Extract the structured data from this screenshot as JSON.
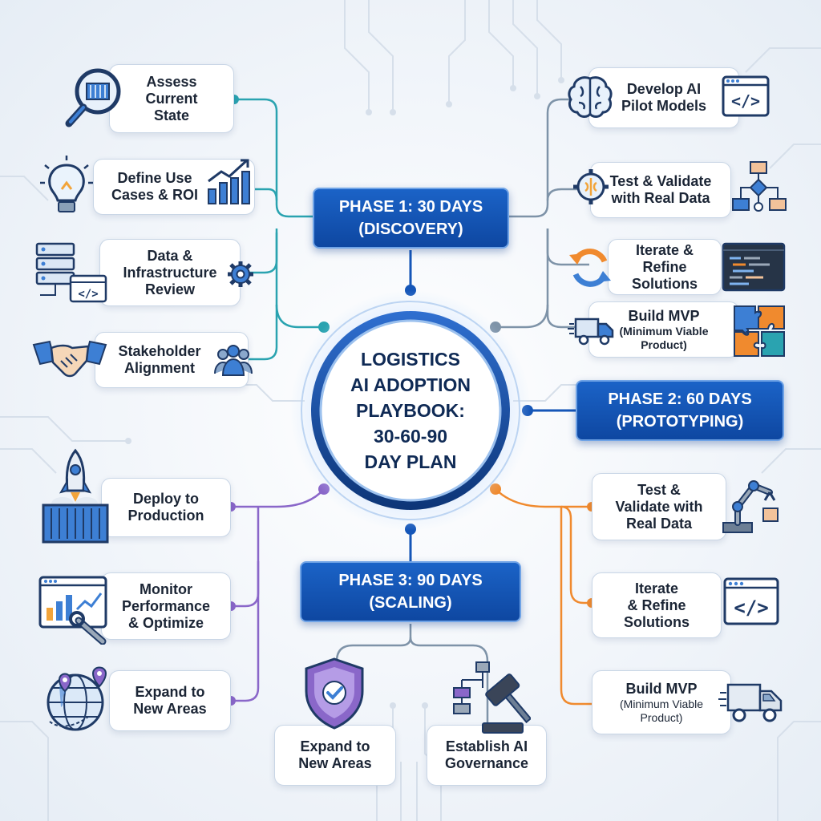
{
  "hub": {
    "title": "LOGISTICS\nAI ADOPTION\nPLAYBOOK:\n30-60-90\nDAY PLAN"
  },
  "phase1": {
    "line1": "PHASE 1: 30 DAYS",
    "line2": "(DISCOVERY)",
    "color": "#2aa3b0",
    "cards": [
      {
        "label": "Assess\nCurrent\nState",
        "icon": "magnifier-container-icon"
      },
      {
        "label": "Define Use\nCases & ROI",
        "icon": "lightbulb-icon"
      },
      {
        "label": "Data &\nInfrastructure\nReview",
        "icon": "server-icon"
      },
      {
        "label": "Stakeholder\nAlignment",
        "icon": "handshake-icon"
      }
    ]
  },
  "phase2": {
    "line1": "PHASE 2: 60 DAYS",
    "line2": "(PROTOTYPING)",
    "color_upper": "#7e93a8",
    "color_lower": "#f08a2e",
    "upper_cards": [
      {
        "label": "Develop AI\nPilot Models",
        "icon": "brain-icon"
      },
      {
        "label": "Test & Validate\nwith Real Data",
        "icon": "gear-brain-icon"
      },
      {
        "label": "Iterate &\nRefine\nSolutions",
        "icon": "refresh-icon"
      },
      {
        "label": "Build MVP",
        "sub": "(Minimum Viable\nProduct)",
        "icon": "truck-icon"
      }
    ],
    "lower_cards": [
      {
        "label": "Test &\nValidate with\nReal Data",
        "icon": "robot-arm-icon"
      },
      {
        "label": "Iterate\n& Refine\nSolutions",
        "icon": "code-window-icon"
      },
      {
        "label": "Build MVP",
        "sub": "(Minimum Viable\nProduct)",
        "icon": "truck-icon"
      }
    ]
  },
  "phase3": {
    "line1": "PHASE 3: 90 DAYS",
    "line2": "(SCALING)",
    "color": "#8a67c9",
    "cards": [
      {
        "label": "Deploy to\nProduction",
        "icon": "rocket-icon"
      },
      {
        "label": "Monitor\nPerformance\n& Optimize",
        "icon": "monitor-wrench-icon"
      },
      {
        "label": "Expand to\nNew Areas",
        "icon": "globe-pin-icon"
      },
      {
        "label": "Expand to\nNew Areas",
        "icon": "shield-check-icon"
      },
      {
        "label": "Establish AI\nGovernance",
        "icon": "gavel-icon"
      }
    ]
  },
  "colors": {
    "phase_blue": "#1556b8",
    "hub_ring": "#1a4c9c",
    "circuit": "#d4dde8"
  }
}
